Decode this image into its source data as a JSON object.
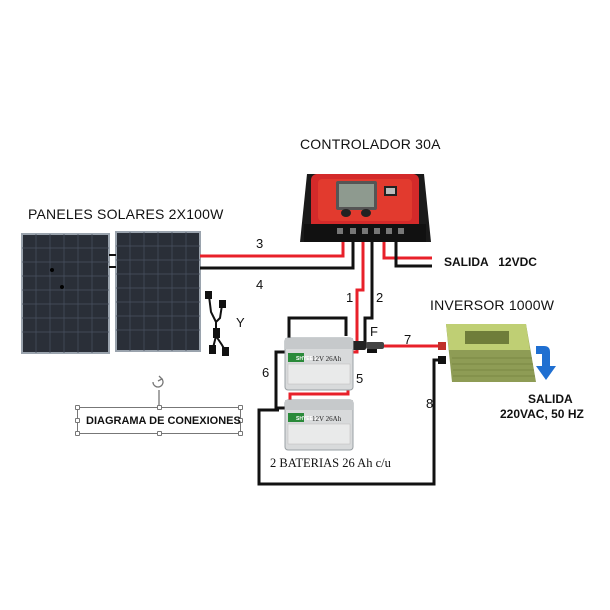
{
  "labels": {
    "controller": "CONTROLADOR 30A",
    "panels": "PANELES SOLARES 2X100W",
    "inverter": "INVERSOR 1000W",
    "dc_output": "SALIDA   12VDC",
    "ac_output_line1": "SALIDA",
    "ac_output_line2": "220VAC, 50 HZ",
    "batteries": "2 BATERIAS  26 Ah c/u",
    "diagram_title": "DIAGRAMA DE CONEXIONES",
    "y_connector": "Y",
    "fuse": "F"
  },
  "wire_numbers": {
    "w1": "1",
    "w2": "2",
    "w3": "3",
    "w4": "4",
    "w5": "5",
    "w6": "6",
    "w7": "7",
    "w8": "8"
  },
  "battery_text": {
    "brand": "SHYEEGO",
    "rating": "12V 26Ah"
  },
  "colors": {
    "positive_wire": "#e8202a",
    "negative_wire": "#111111",
    "controller_body": "#d42a2a",
    "inverter_body": "#b8c96a",
    "arrow_blue": "#1f6fd1"
  }
}
